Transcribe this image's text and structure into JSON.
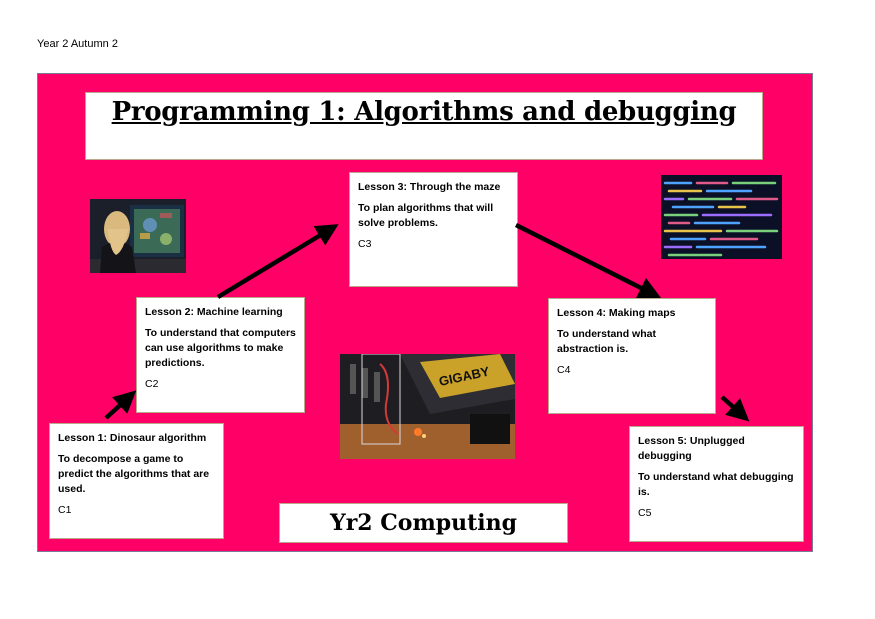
{
  "header_note": "Year 2 Autumn 2",
  "title": "Programming 1: Algorithms and debugging",
  "footer": "Yr2 Computing",
  "lessons": [
    {
      "title": "Lesson 1: Dinosaur algorithm",
      "objective": "To decompose a game to predict the algorithms that are used.",
      "code": "C1"
    },
    {
      "title": "Lesson 2: Machine learning",
      "objective": "To understand that computers can use algorithms to make predictions.",
      "code": "C2"
    },
    {
      "title": "Lesson 3: Through the maze",
      "objective": "To plan algorithms that will solve problems.",
      "code": "C3"
    },
    {
      "title": "Lesson 4: Making maps",
      "objective": "To understand what abstraction is.",
      "code": "C4"
    },
    {
      "title": "Lesson 5: Unplugged debugging",
      "objective": "To understand what debugging is.",
      "code": "C5"
    }
  ],
  "images": {
    "gamer_photo": "gamer-at-screen",
    "code_photo": "code-on-screen",
    "board_photo": "circuit-board",
    "board_logo": "GIGABY"
  },
  "colors": {
    "board_background": "#ff0066",
    "arrow": "#000000"
  }
}
